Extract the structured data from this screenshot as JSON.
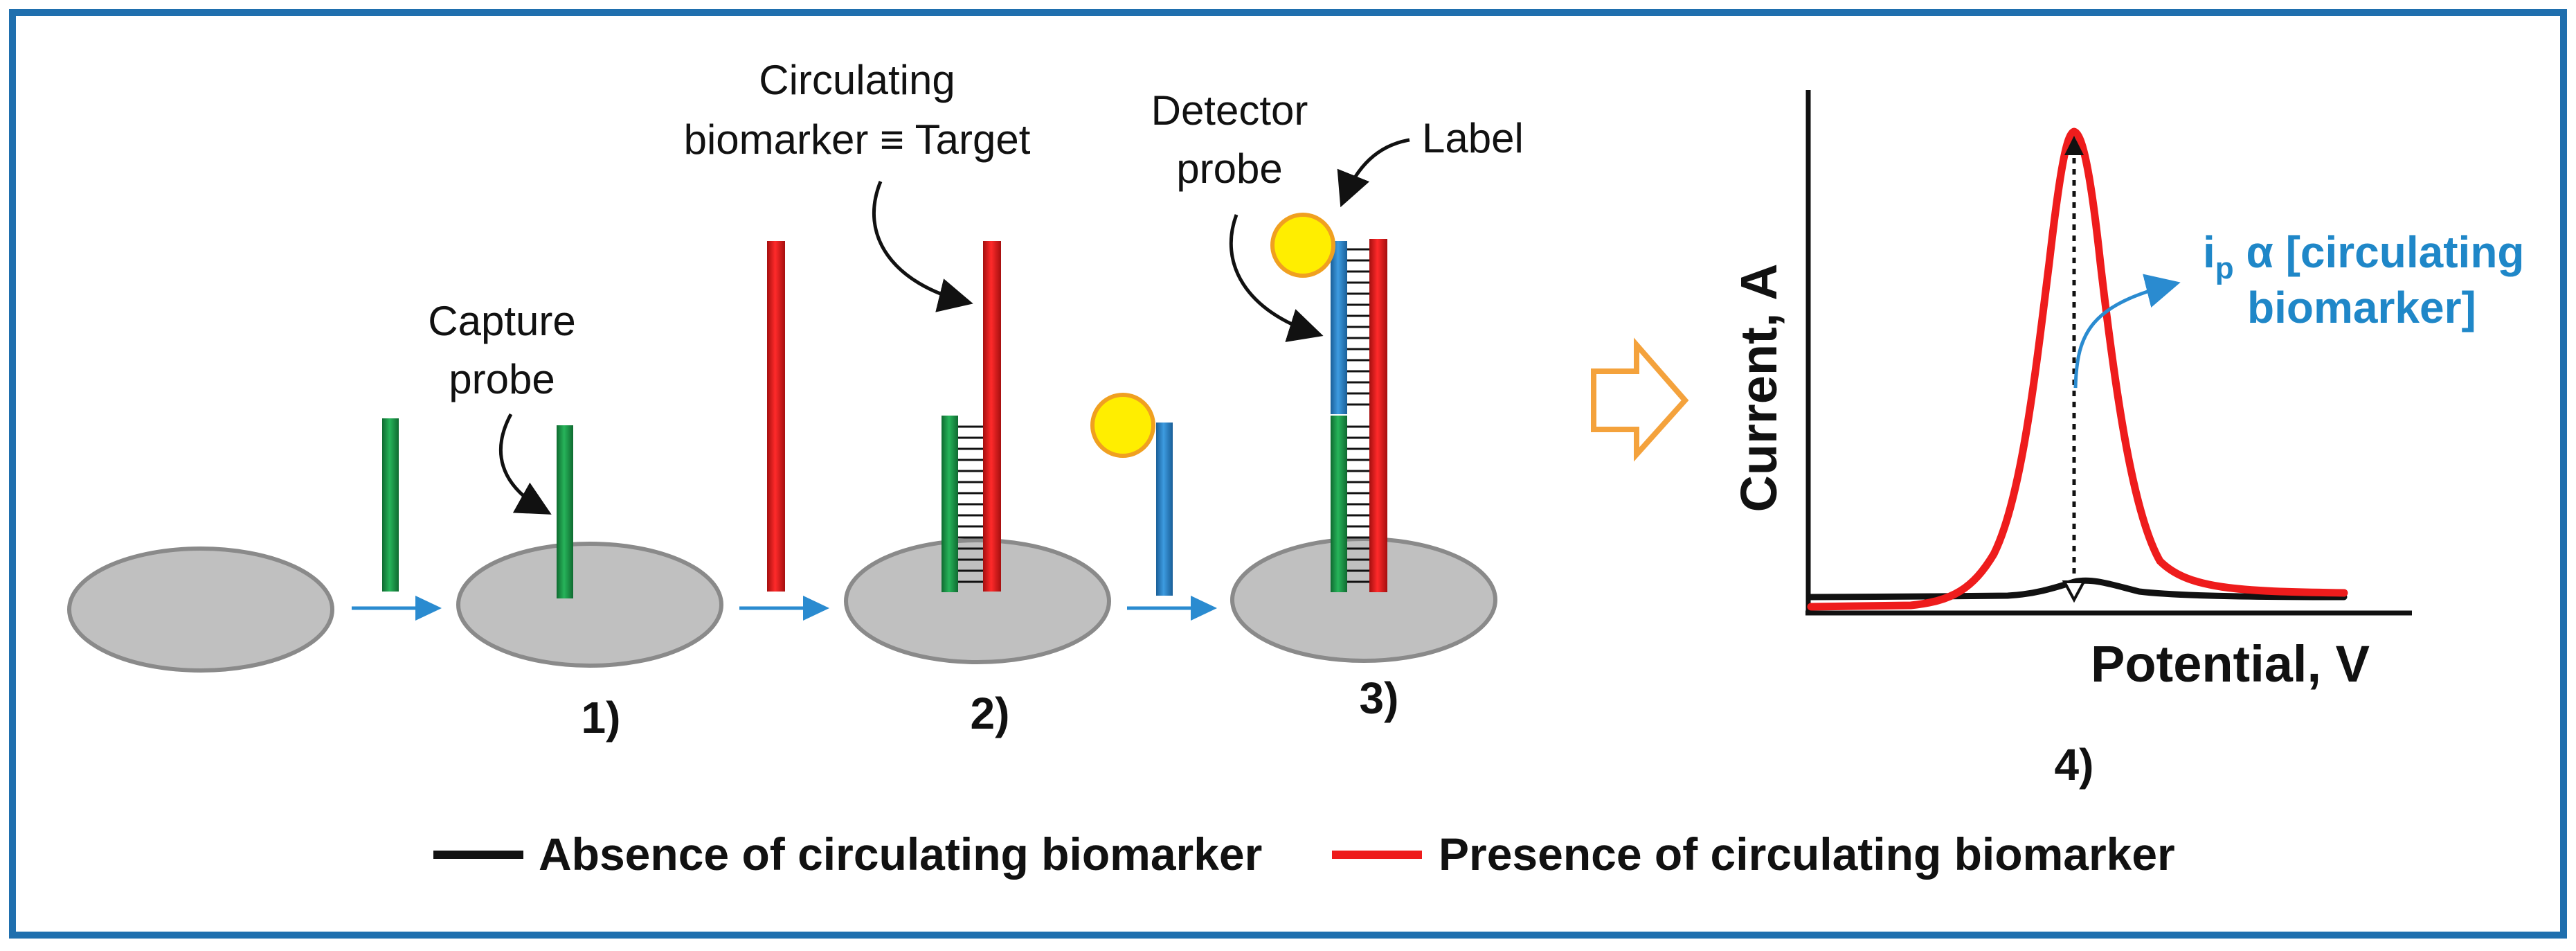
{
  "labels": {
    "capture_probe": [
      "Capture",
      "probe"
    ],
    "target": [
      "Circulating",
      "biomarker ≡ Target"
    ],
    "detector_probe": [
      "Detector",
      "probe"
    ],
    "label": "Label",
    "steps": [
      "1)",
      "2)",
      "3)",
      "4)"
    ]
  },
  "plot": {
    "ylabel": "Current, A",
    "xlabel": "Potential, V",
    "annotation_i": "i",
    "annotation_sub": "p",
    "annotation_rest": " α [circulating",
    "annotation_line2": "biomarker]"
  },
  "legend": {
    "absence": "Absence of circulating biomarker",
    "presence": "Presence of circulating biomarker"
  },
  "colors": {
    "border": "#1f6fae",
    "capture": "#1f9a4a",
    "target": "#e01b1b",
    "detector": "#2d86c9",
    "label_dot": "#ffee00",
    "label_dot_edge": "#f0a020",
    "electrode": "#c0c0c0",
    "arrow_blue": "#2a8bd0",
    "arrow_orange": "#f4a23c"
  },
  "icons": {
    "process_arrow": "right-arrow-icon",
    "transition_arrow": "hollow-right-arrow-icon"
  }
}
